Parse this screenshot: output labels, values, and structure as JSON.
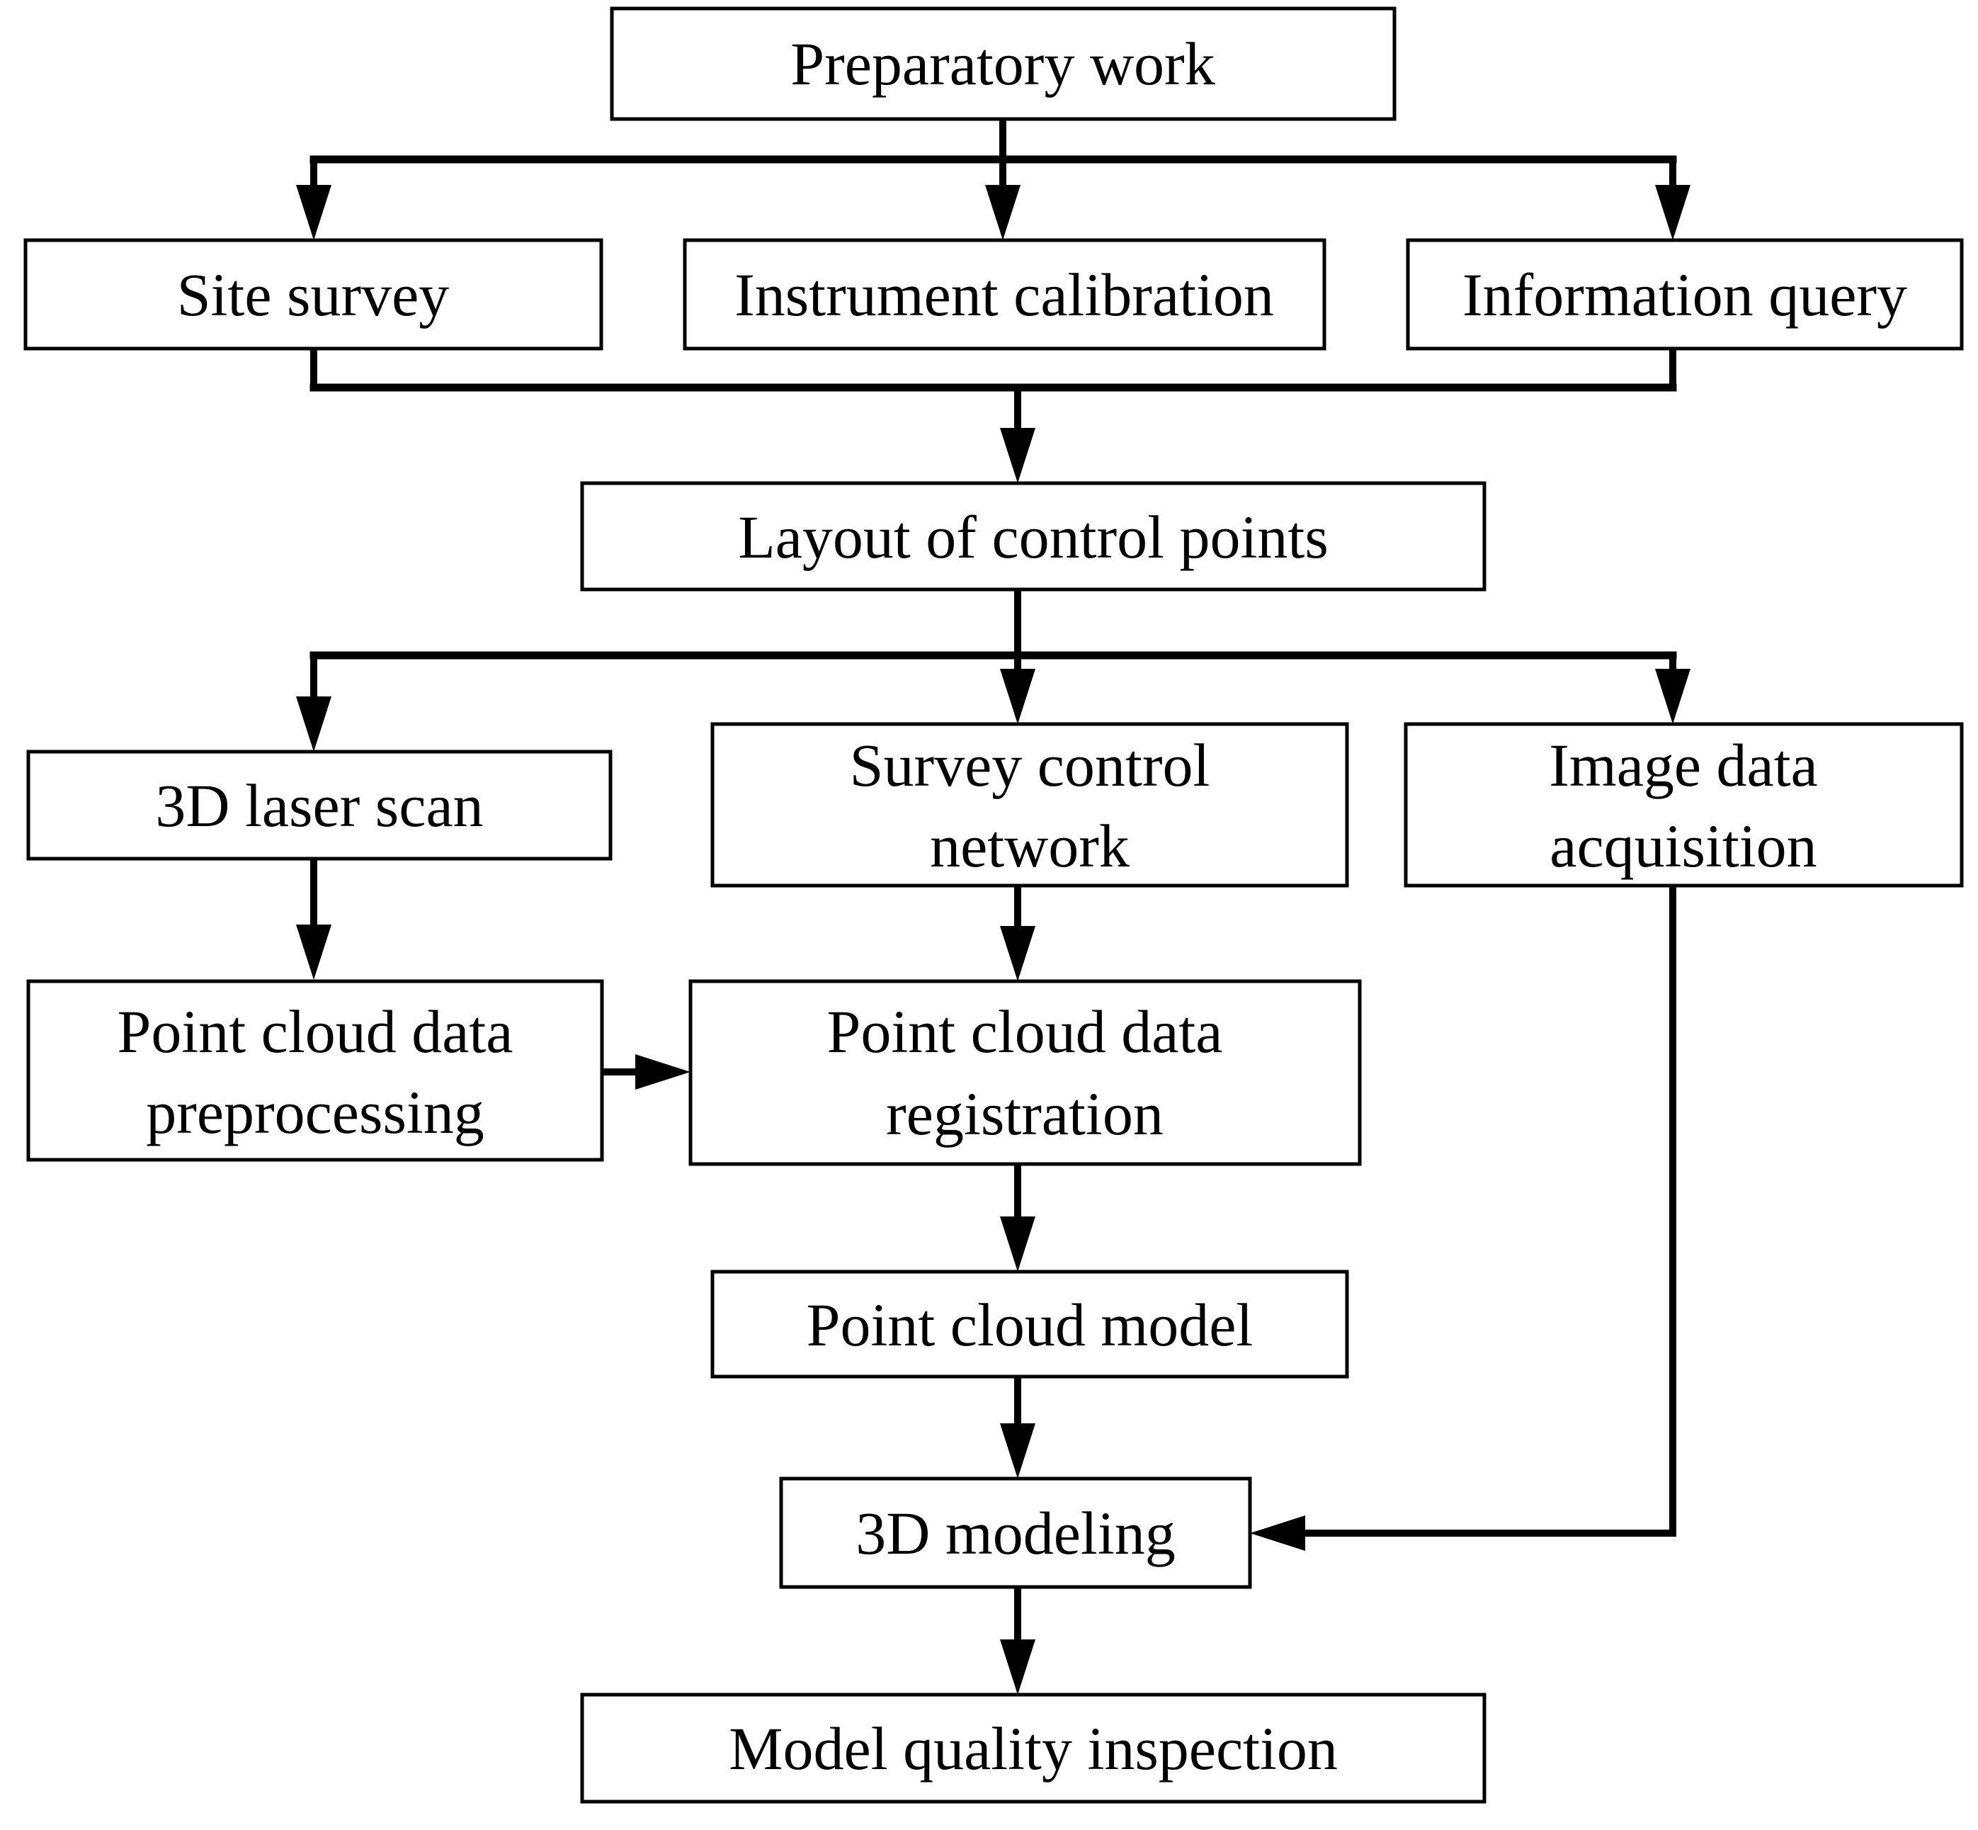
{
  "diagram": {
    "type": "flowchart",
    "background_color": "#ffffff",
    "line_color": "#000000",
    "box_fill_color": "#ffffff",
    "text_color": "#000000",
    "nodes": {
      "preparatory_work": {
        "label": "Preparatory work"
      },
      "site_survey": {
        "label": "Site survey"
      },
      "instrument_calibration": {
        "label": "Instrument calibration"
      },
      "information_query": {
        "label": "Information query"
      },
      "layout_of_control_points": {
        "label": "Layout of control points"
      },
      "laser_scan_3d": {
        "label": "3D laser scan"
      },
      "survey_control_network": {
        "label": "Survey control network",
        "lines": [
          "Survey control",
          "network"
        ]
      },
      "image_data_acquisition": {
        "label": "Image data acquisition",
        "lines": [
          "Image data",
          "acquisition"
        ]
      },
      "point_cloud_preprocessing": {
        "label": "Point cloud data preprocessing",
        "lines": [
          "Point cloud data",
          "preprocessing"
        ]
      },
      "point_cloud_registration": {
        "label": "Point cloud data registration",
        "lines": [
          "Point cloud data",
          "registration"
        ]
      },
      "point_cloud_model": {
        "label": "Point cloud model"
      },
      "modeling_3d": {
        "label": "3D modeling"
      },
      "model_quality_inspection": {
        "label": "Model quality inspection"
      }
    },
    "edges": [
      {
        "from": "Preparatory work",
        "to": "Site survey"
      },
      {
        "from": "Preparatory work",
        "to": "Instrument calibration"
      },
      {
        "from": "Preparatory work",
        "to": "Information query"
      },
      {
        "from": "Site survey",
        "to": "Layout of control points"
      },
      {
        "from": "Instrument calibration",
        "to": "Layout of control points"
      },
      {
        "from": "Information query",
        "to": "Layout of control points"
      },
      {
        "from": "Layout of control points",
        "to": "3D laser scan"
      },
      {
        "from": "Layout of control points",
        "to": "Survey control network"
      },
      {
        "from": "Layout of control points",
        "to": "Image data acquisition"
      },
      {
        "from": "3D laser scan",
        "to": "Point cloud data preprocessing"
      },
      {
        "from": "Survey control network",
        "to": "Point cloud data registration"
      },
      {
        "from": "Point cloud data preprocessing",
        "to": "Point cloud data registration"
      },
      {
        "from": "Point cloud data registration",
        "to": "Point cloud model"
      },
      {
        "from": "Point cloud model",
        "to": "3D modeling"
      },
      {
        "from": "Image data acquisition",
        "to": "3D modeling"
      },
      {
        "from": "3D modeling",
        "to": "Model quality inspection"
      }
    ]
  }
}
